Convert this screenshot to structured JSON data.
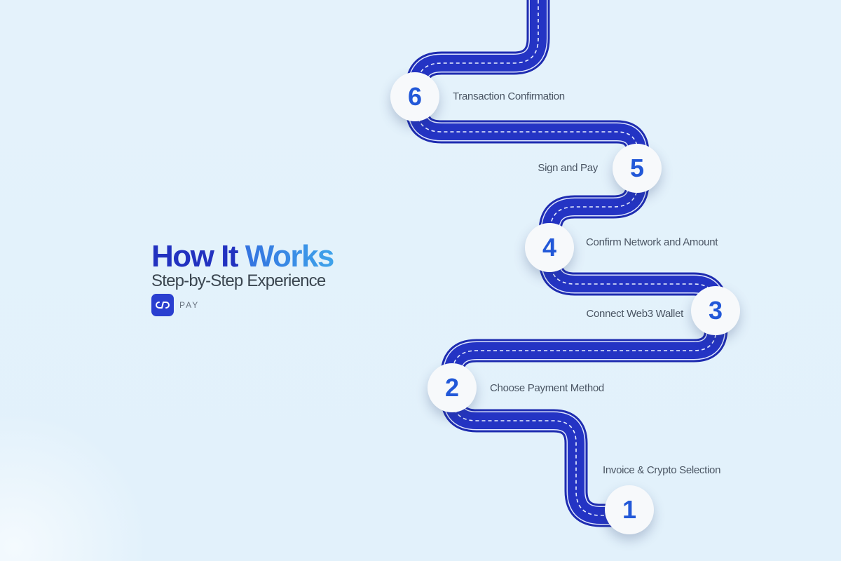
{
  "header": {
    "title_part1": "How It",
    "title_part2": "Works",
    "subtitle": "Step-by-Step Experience"
  },
  "logo": {
    "text": "PAY",
    "icon": "infinity-loop-icon"
  },
  "colors": {
    "road": "#2434c4",
    "accent": "#2258d8",
    "title": "#2232c0"
  },
  "steps": [
    {
      "number": "1",
      "label": "Invoice & Crypto Selection"
    },
    {
      "number": "2",
      "label": "Choose Payment Method"
    },
    {
      "number": "3",
      "label": "Connect Web3 Wallet"
    },
    {
      "number": "4",
      "label": "Confirm Network and Amount"
    },
    {
      "number": "5",
      "label": "Sign and Pay"
    },
    {
      "number": "6",
      "label": "Transaction Confirmation"
    }
  ]
}
